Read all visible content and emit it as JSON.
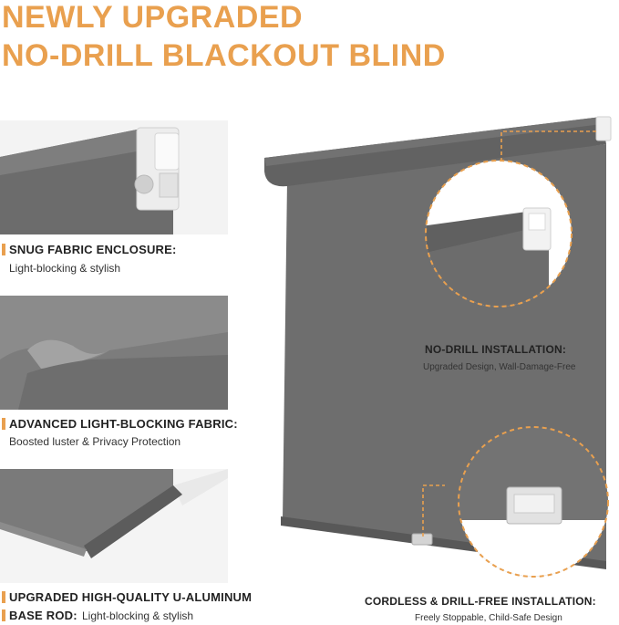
{
  "headline": {
    "line1": "NEWLY UPGRADED",
    "line2": "NO-DRILL BLACKOUT BLIND"
  },
  "features": [
    {
      "title": "SNUG FABRIC ENCLOSURE:",
      "subtitle": "Light-blocking & stylish"
    },
    {
      "title": "ADVANCED LIGHT-BLOCKING FABRIC:",
      "subtitle": "Boosted luster & Privacy Protection"
    },
    {
      "title": "UPGRADED HIGH-QUALITY U-ALUMINUM",
      "title_line2": "BASE ROD:",
      "subtitle": "Light-blocking & stylish"
    }
  ],
  "callouts": [
    {
      "title": "NO-DRILL INSTALLATION:",
      "subtitle": "Upgraded Design, Wall-Damage-Free"
    },
    {
      "title": "CORDLESS & DRILL-FREE INSTALLATION:",
      "subtitle": "Freely Stoppable, Child-Safe Design"
    }
  ],
  "colors": {
    "accent": "#e9a04f",
    "fabric": "#6f6f6f",
    "fabric_dark": "#5e5e5e",
    "bracket": "#f2f2f2"
  }
}
